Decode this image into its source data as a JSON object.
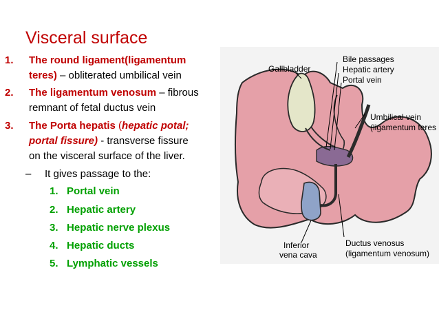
{
  "slide": {
    "title": "Visceral surface",
    "items": [
      {
        "num": "1.",
        "line1_red": "The round ligament(ligamentum",
        "line2_red": "teres)",
        "line2_rest": " – obliterated umbilical vein"
      },
      {
        "num": "2.",
        "line1_red": "The ligamentum venosum",
        "line1_rest": " – fibrous",
        "line2": "remnant of fetal ductus vein"
      },
      {
        "num": "3.",
        "line1_red": "The Porta hepatis",
        "line1_open": "  (",
        "line1_italic": "hepatic potal;",
        "line2_italic": "portal fissure)",
        "line2_rest": " -  transverse fissure",
        "line3": "on the visceral surface of the liver."
      }
    ],
    "sub_dash": "–",
    "sub_text": "It gives passage to the:",
    "passages": [
      {
        "num": "1.",
        "label": "Portal vein"
      },
      {
        "num": "2.",
        "label": "Hepatic artery"
      },
      {
        "num": "3.",
        "label": "Hepatic nerve plexus"
      },
      {
        "num": "4.",
        "label": "Hepatic ducts"
      },
      {
        "num": "5.",
        "label": "Lymphatic vessels"
      }
    ]
  },
  "figure": {
    "labels": {
      "gallbladder": "Gallbladder",
      "bile_passages": "Bile passages",
      "hepatic_artery": "Hepatic artery",
      "portal_vein": "Portal vein",
      "umbilical_vein": "Umbilical vein",
      "ligamentum_teres": "(ligamentum teres",
      "ductus_venosus": "Ductus venosus",
      "ligamentum_venosum": "(ligamentum venosum)",
      "inferior": "Inferior",
      "vena_cava": "vena cava"
    },
    "colors": {
      "liver": "#e5a0a8",
      "liver_dark": "#c9838d",
      "gallbladder": "#e4e6c9",
      "vena_cava": "#8fa3c8",
      "portal": "#8a6a94",
      "vessel": "#2b2b2b",
      "background": "#f3f3f3"
    }
  }
}
